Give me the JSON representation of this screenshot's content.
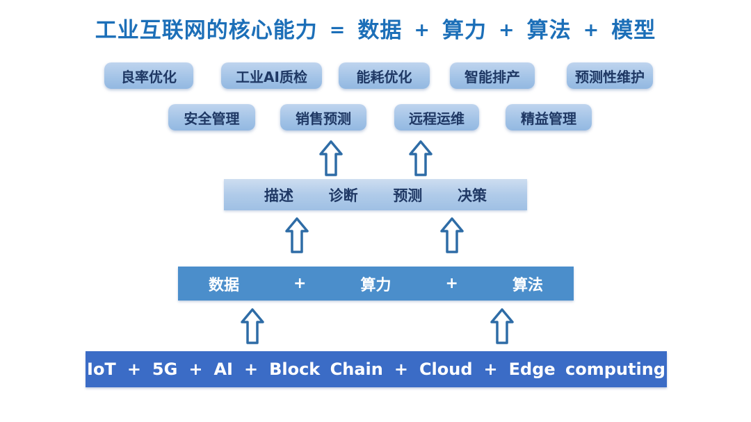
{
  "title": {
    "parts": [
      "工业互联网的核心能力",
      "=",
      "数据",
      "+",
      "算力",
      "+",
      "算法",
      "+",
      "模型"
    ]
  },
  "applications": {
    "row1": [
      "良率优化",
      "工业AI质检",
      "能耗优化",
      "智能排产",
      "预测性维护"
    ],
    "row2": [
      "安全管理",
      "销售预测",
      "远程运维",
      "精益管理"
    ]
  },
  "analytics_bar": {
    "items": [
      "描述",
      "诊断",
      "预测",
      "决策"
    ]
  },
  "capability_bar": {
    "items": [
      "数据",
      "+",
      "算力",
      "+",
      "算法"
    ]
  },
  "technology_bar": {
    "items": [
      "IoT",
      "+",
      "5G",
      "+",
      "AI",
      "+",
      "Block Chain",
      "+",
      "Cloud",
      "+",
      "Edge computing"
    ]
  },
  "icons": {
    "up_arrow": "up-arrow-icon"
  },
  "colors": {
    "title_text": "#1c6fb8",
    "app_box_bg": "#a9c7e9",
    "app_box_text": "#1f3864",
    "analytics_bar_bg": "#b3cce9",
    "analytics_bar_text": "#1f3864",
    "capability_bar_bg": "#4b8ecb",
    "technology_bar_bg": "#3b6cc6",
    "bar_text": "#ffffff",
    "arrow_outline": "#2e6ca6"
  }
}
